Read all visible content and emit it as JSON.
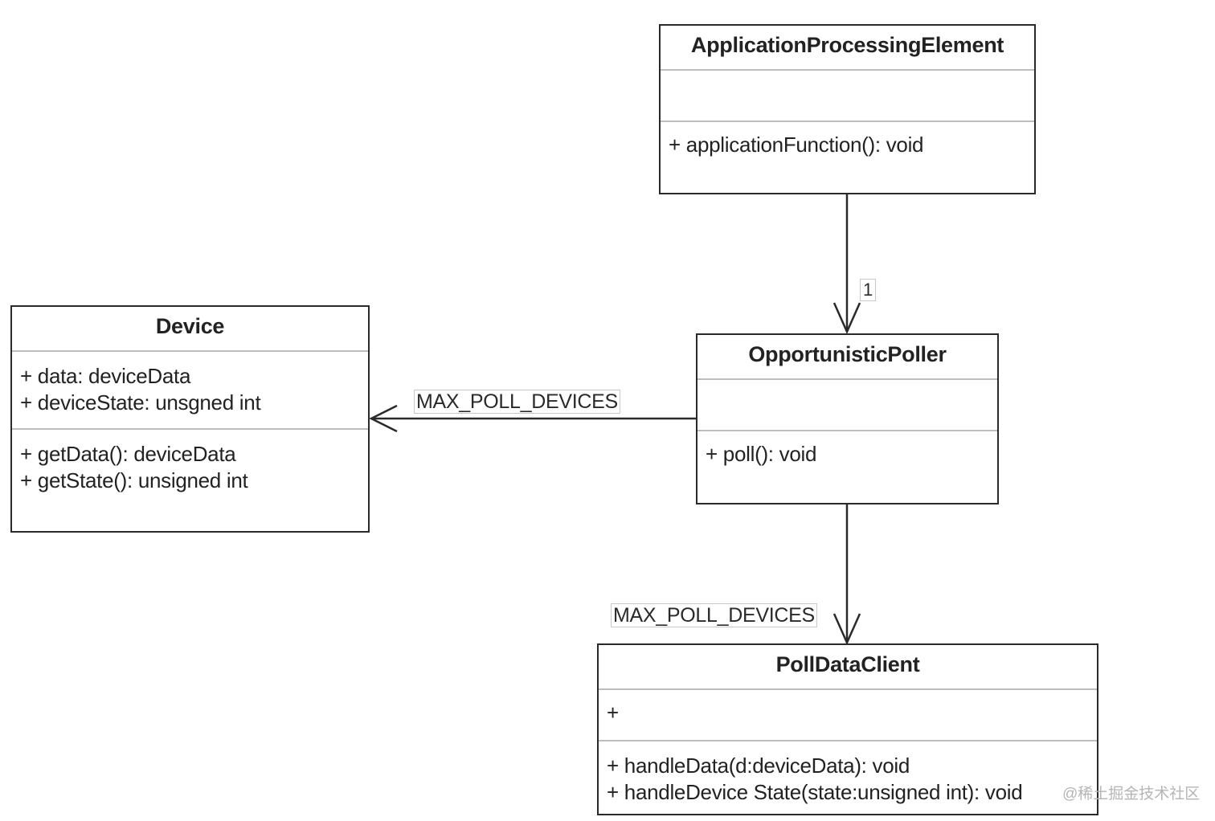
{
  "diagram": {
    "classes": {
      "application_processing_element": {
        "name": "ApplicationProcessingElement",
        "attributes": [],
        "operations": [
          "+ applicationFunction(): void"
        ]
      },
      "device": {
        "name": "Device",
        "attributes": [
          "+ data: deviceData",
          "+ deviceState: unsgned int"
        ],
        "operations": [
          "+ getData(): deviceData",
          "+ getState(): unsigned int"
        ]
      },
      "opportunistic_poller": {
        "name": "OpportunisticPoller",
        "attributes": [],
        "operations": [
          "+ poll(): void"
        ]
      },
      "poll_data_client": {
        "name": "PollDataClient",
        "attributes": [
          "+"
        ],
        "operations": [
          "+ handleData(d:deviceData): void",
          "+ handleDevice State(state:unsigned int): void"
        ]
      }
    },
    "associations": [
      {
        "from": "ApplicationProcessingElement",
        "to": "OpportunisticPoller",
        "multiplicity": "1",
        "navigable": true
      },
      {
        "from": "OpportunisticPoller",
        "to": "Device",
        "multiplicity": "MAX_POLL_DEVICES",
        "navigable": true
      },
      {
        "from": "OpportunisticPoller",
        "to": "PollDataClient",
        "multiplicity": "MAX_POLL_DEVICES",
        "navigable": true
      }
    ],
    "line_color": "#2a2a2a",
    "divider_color": "#bdbdbd"
  },
  "watermark": "@稀土掘金技术社区"
}
